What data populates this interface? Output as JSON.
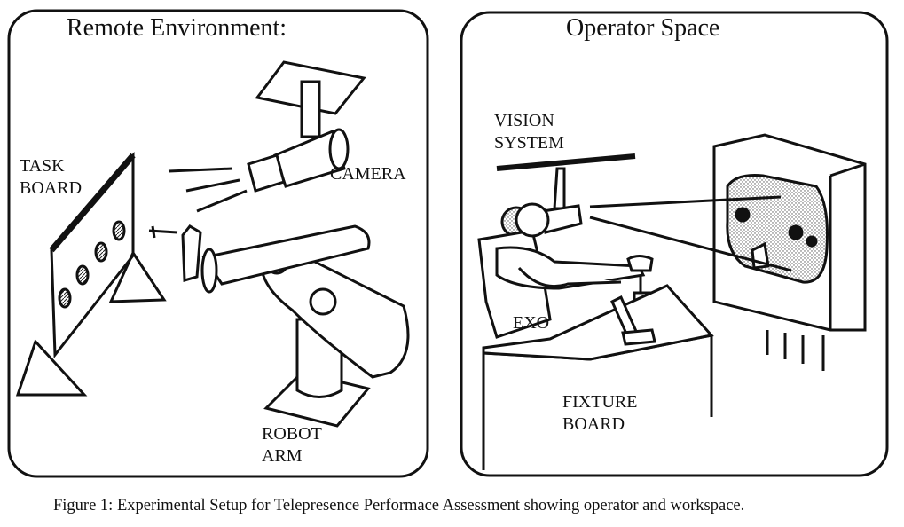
{
  "left_panel": {
    "title": "Remote Environment:",
    "labels": {
      "task_board": [
        "TASK",
        "BOARD"
      ],
      "camera": "CAMERA",
      "robot_arm": [
        "ROBOT",
        "ARM"
      ]
    }
  },
  "right_panel": {
    "title": "Operator Space",
    "labels": {
      "vision_system": [
        "VISION",
        "SYSTEM"
      ],
      "exo": "EXO",
      "fixture_board": [
        "FIXTURE",
        "BOARD"
      ]
    }
  },
  "caption": "Figure 1: Experimental Setup for Telepresence Performace Assessment showing operator and workspace."
}
